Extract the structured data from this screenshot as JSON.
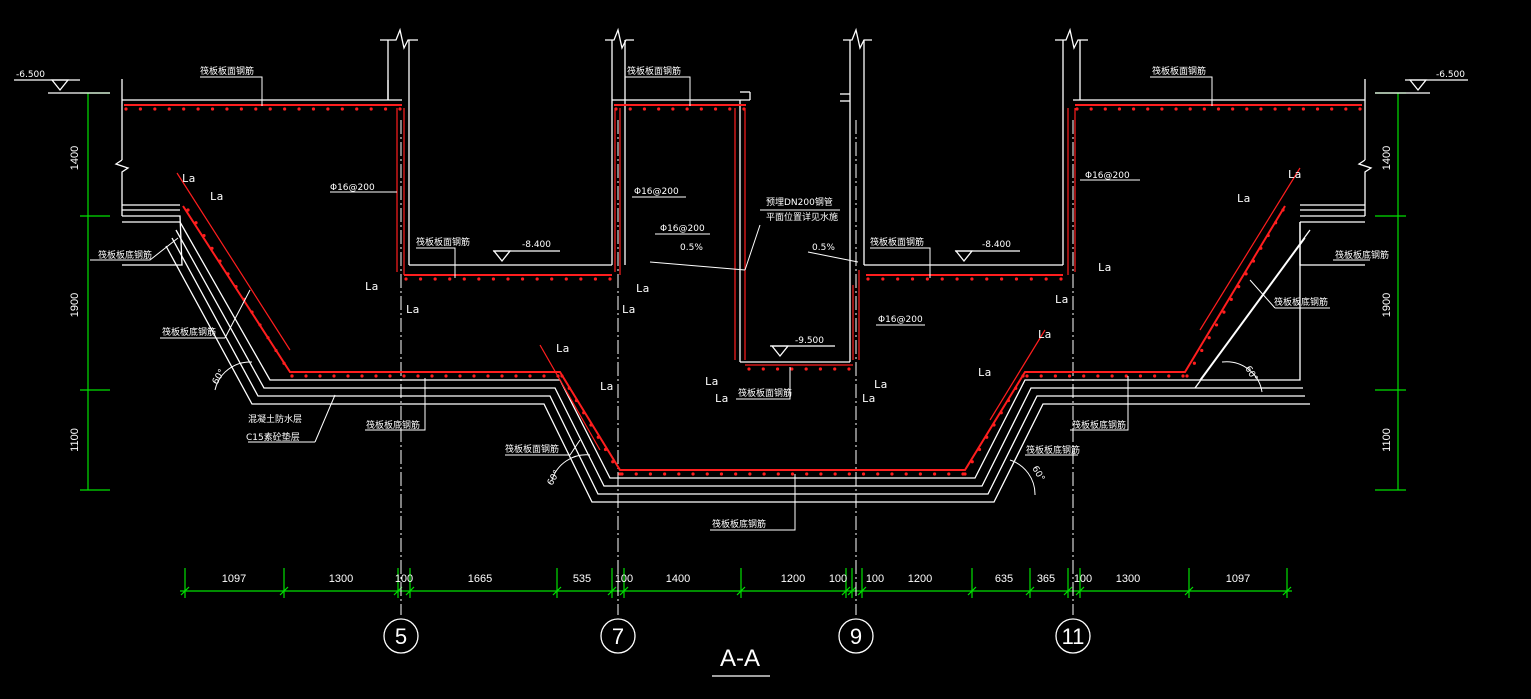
{
  "title": "A-A",
  "elevations": {
    "top_left": "-6.500",
    "top_right": "-6.500",
    "mid_left": "-8.400",
    "mid_right": "-8.400",
    "pit": "-9.500"
  },
  "left_vertical_dims": [
    "1400",
    "1900",
    "1100"
  ],
  "right_vertical_dims": [
    "1400",
    "1900",
    "1100"
  ],
  "bottom_dims": [
    "1097",
    "1300",
    "100",
    "1665",
    "535",
    "100",
    "1400",
    "1200",
    "100",
    "100",
    "1200",
    "635",
    "365",
    "100",
    "1300",
    "1097"
  ],
  "axis_labels": [
    "5",
    "7",
    "9",
    "11"
  ],
  "rebar_labels": {
    "top_face": "筏板板面钢筋",
    "bottom_face": "筏板板底钢筋",
    "phi_spec": "Φ16@200",
    "la": "La",
    "pipe": "预埋DN200钢管",
    "pipe_note": "平面位置详见水施",
    "slope": "0.5%",
    "waterproof": "混凝土防水层",
    "cushion": "C15素砼垫层",
    "angle": "60°"
  }
}
